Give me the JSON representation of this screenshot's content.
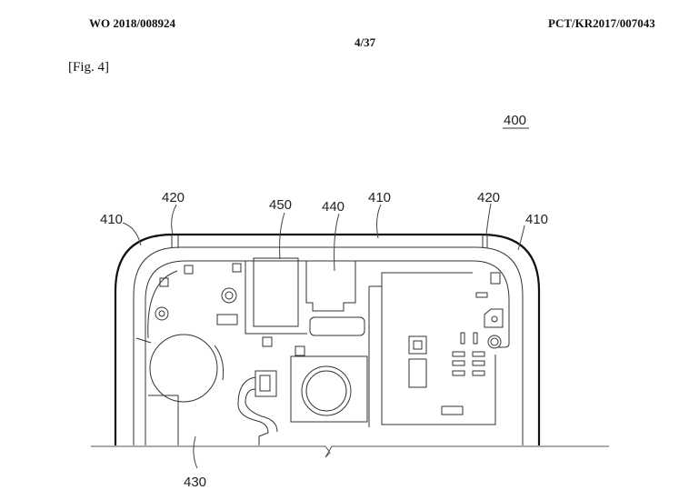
{
  "header": {
    "publication_number": "WO 2018/008924",
    "application_number": "PCT/KR2017/007043",
    "page_indicator": "4/37"
  },
  "figure": {
    "label": "[Fig. 4]",
    "main_reference": "400",
    "reference_numerals": {
      "frame_left": "410",
      "frame_top": "410",
      "frame_right": "410",
      "segment_left": "420",
      "segment_right": "420",
      "component_450": "450",
      "component_440": "440",
      "board_430": "430"
    }
  }
}
